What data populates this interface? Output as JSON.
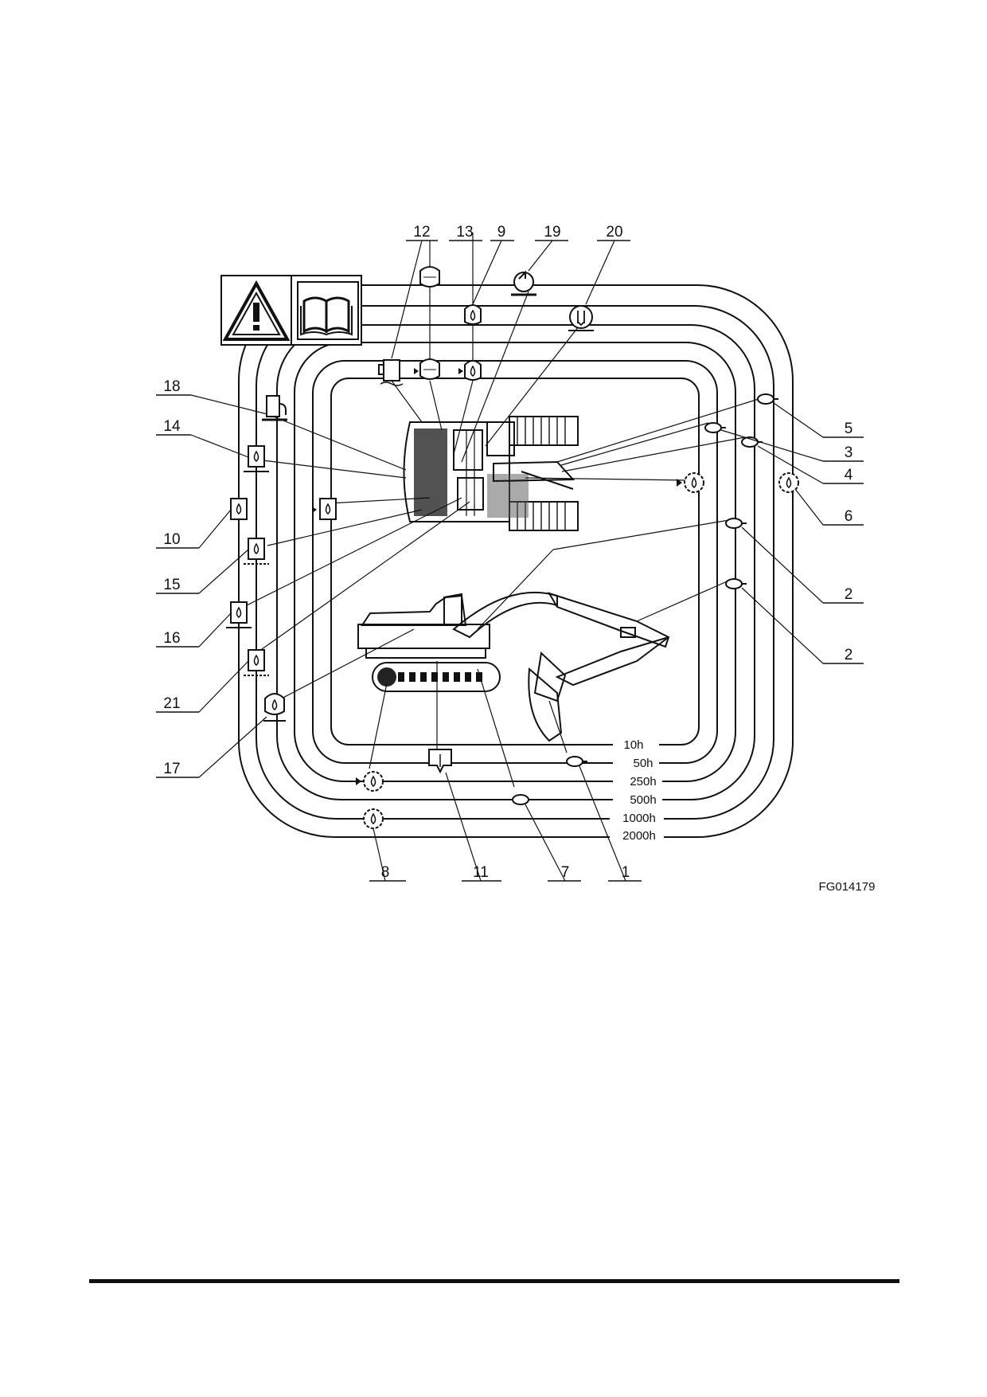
{
  "figure": {
    "code": "FG014179",
    "warning_icon": "warning-triangle-icon",
    "manual_icon": "open-book-icon"
  },
  "intervals": [
    "10h",
    "50h",
    "250h",
    "500h",
    "1000h",
    "2000h"
  ],
  "callouts": {
    "c12": "12",
    "c13": "13",
    "c9": "9",
    "c19": "19",
    "c20": "20",
    "c18": "18",
    "c14": "14",
    "c10": "10",
    "c15": "15",
    "c16": "16",
    "c21": "21",
    "c17": "17",
    "c5": "5",
    "c3": "3",
    "c4": "4",
    "c6": "6",
    "c2a": "2",
    "c2b": "2",
    "c8": "8",
    "c11": "11",
    "c7": "7",
    "c1": "1"
  },
  "symbols": {
    "grease": "grease-nipple-icon",
    "oil_drop": "oil-drop-icon",
    "gear": "gear-oil-icon",
    "tank": "oil-tank-icon",
    "filter": "filter-icon",
    "fuel": "fuel-pump-icon",
    "drain": "drain-icon",
    "radiator": "radiator-icon",
    "belt": "belt-icon",
    "air": "air-filter-icon"
  }
}
